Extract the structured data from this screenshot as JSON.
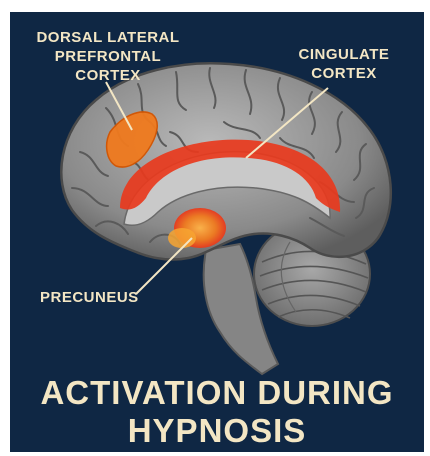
{
  "labels": {
    "dlpfc": "DORSAL LATERAL\nPREFRONTAL CORTEX",
    "cingulate": "CINGULATE\nCORTEX",
    "precuneus": "PRECUNEUS"
  },
  "title": {
    "line1": "ACTIVATION DURING",
    "line2": "HYPNOSIS"
  },
  "colors": {
    "background": "#0f2744",
    "text": "#f3e6c4",
    "brain": "#8f8f8f",
    "activation_red": "#e8391d",
    "activation_orange": "#f07a1e"
  },
  "illustration": {
    "subject": "sagittal-brain-icon",
    "highlighted_regions": [
      "dorsal-lateral-prefrontal-cortex",
      "cingulate-cortex",
      "precuneus"
    ]
  }
}
